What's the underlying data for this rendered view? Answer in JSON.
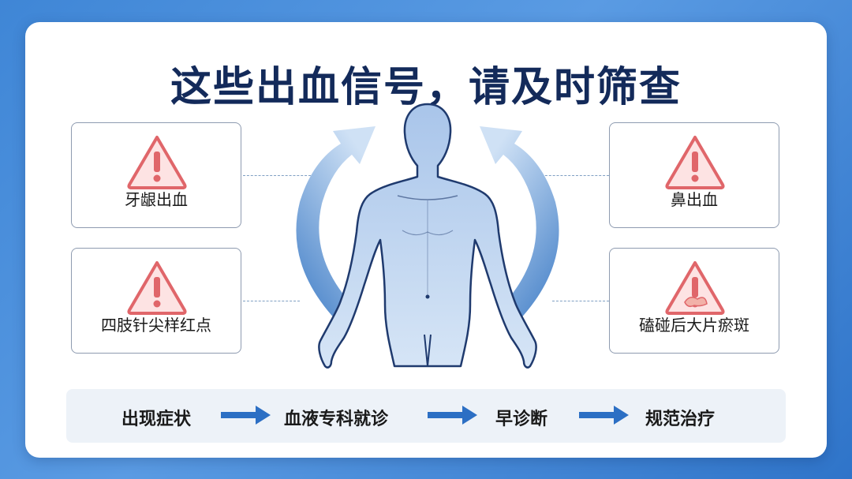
{
  "title": "这些出血信号，请及时筛查",
  "signals": {
    "left_top": {
      "label": "牙龈出血",
      "icon": "warning-icon"
    },
    "left_bottom": {
      "label": "四肢针尖样红点",
      "icon": "warning-icon"
    },
    "right_top": {
      "label": "鼻出血",
      "icon": "warning-icon"
    },
    "right_bottom": {
      "label": "磕碰后大片瘀斑",
      "icon": "warning-bruise-icon"
    }
  },
  "flow": {
    "steps": [
      "出现症状",
      "血液专科就诊",
      "早诊断",
      "规范治疗"
    ]
  },
  "colors": {
    "background": "#3f86d6",
    "title": "#132a5a",
    "warning": "#e0666a",
    "warning_fill": "#fde3e3",
    "body": "#bcd3ef",
    "body_outline": "#1f3a6e",
    "arrow": "#4b86c9"
  }
}
